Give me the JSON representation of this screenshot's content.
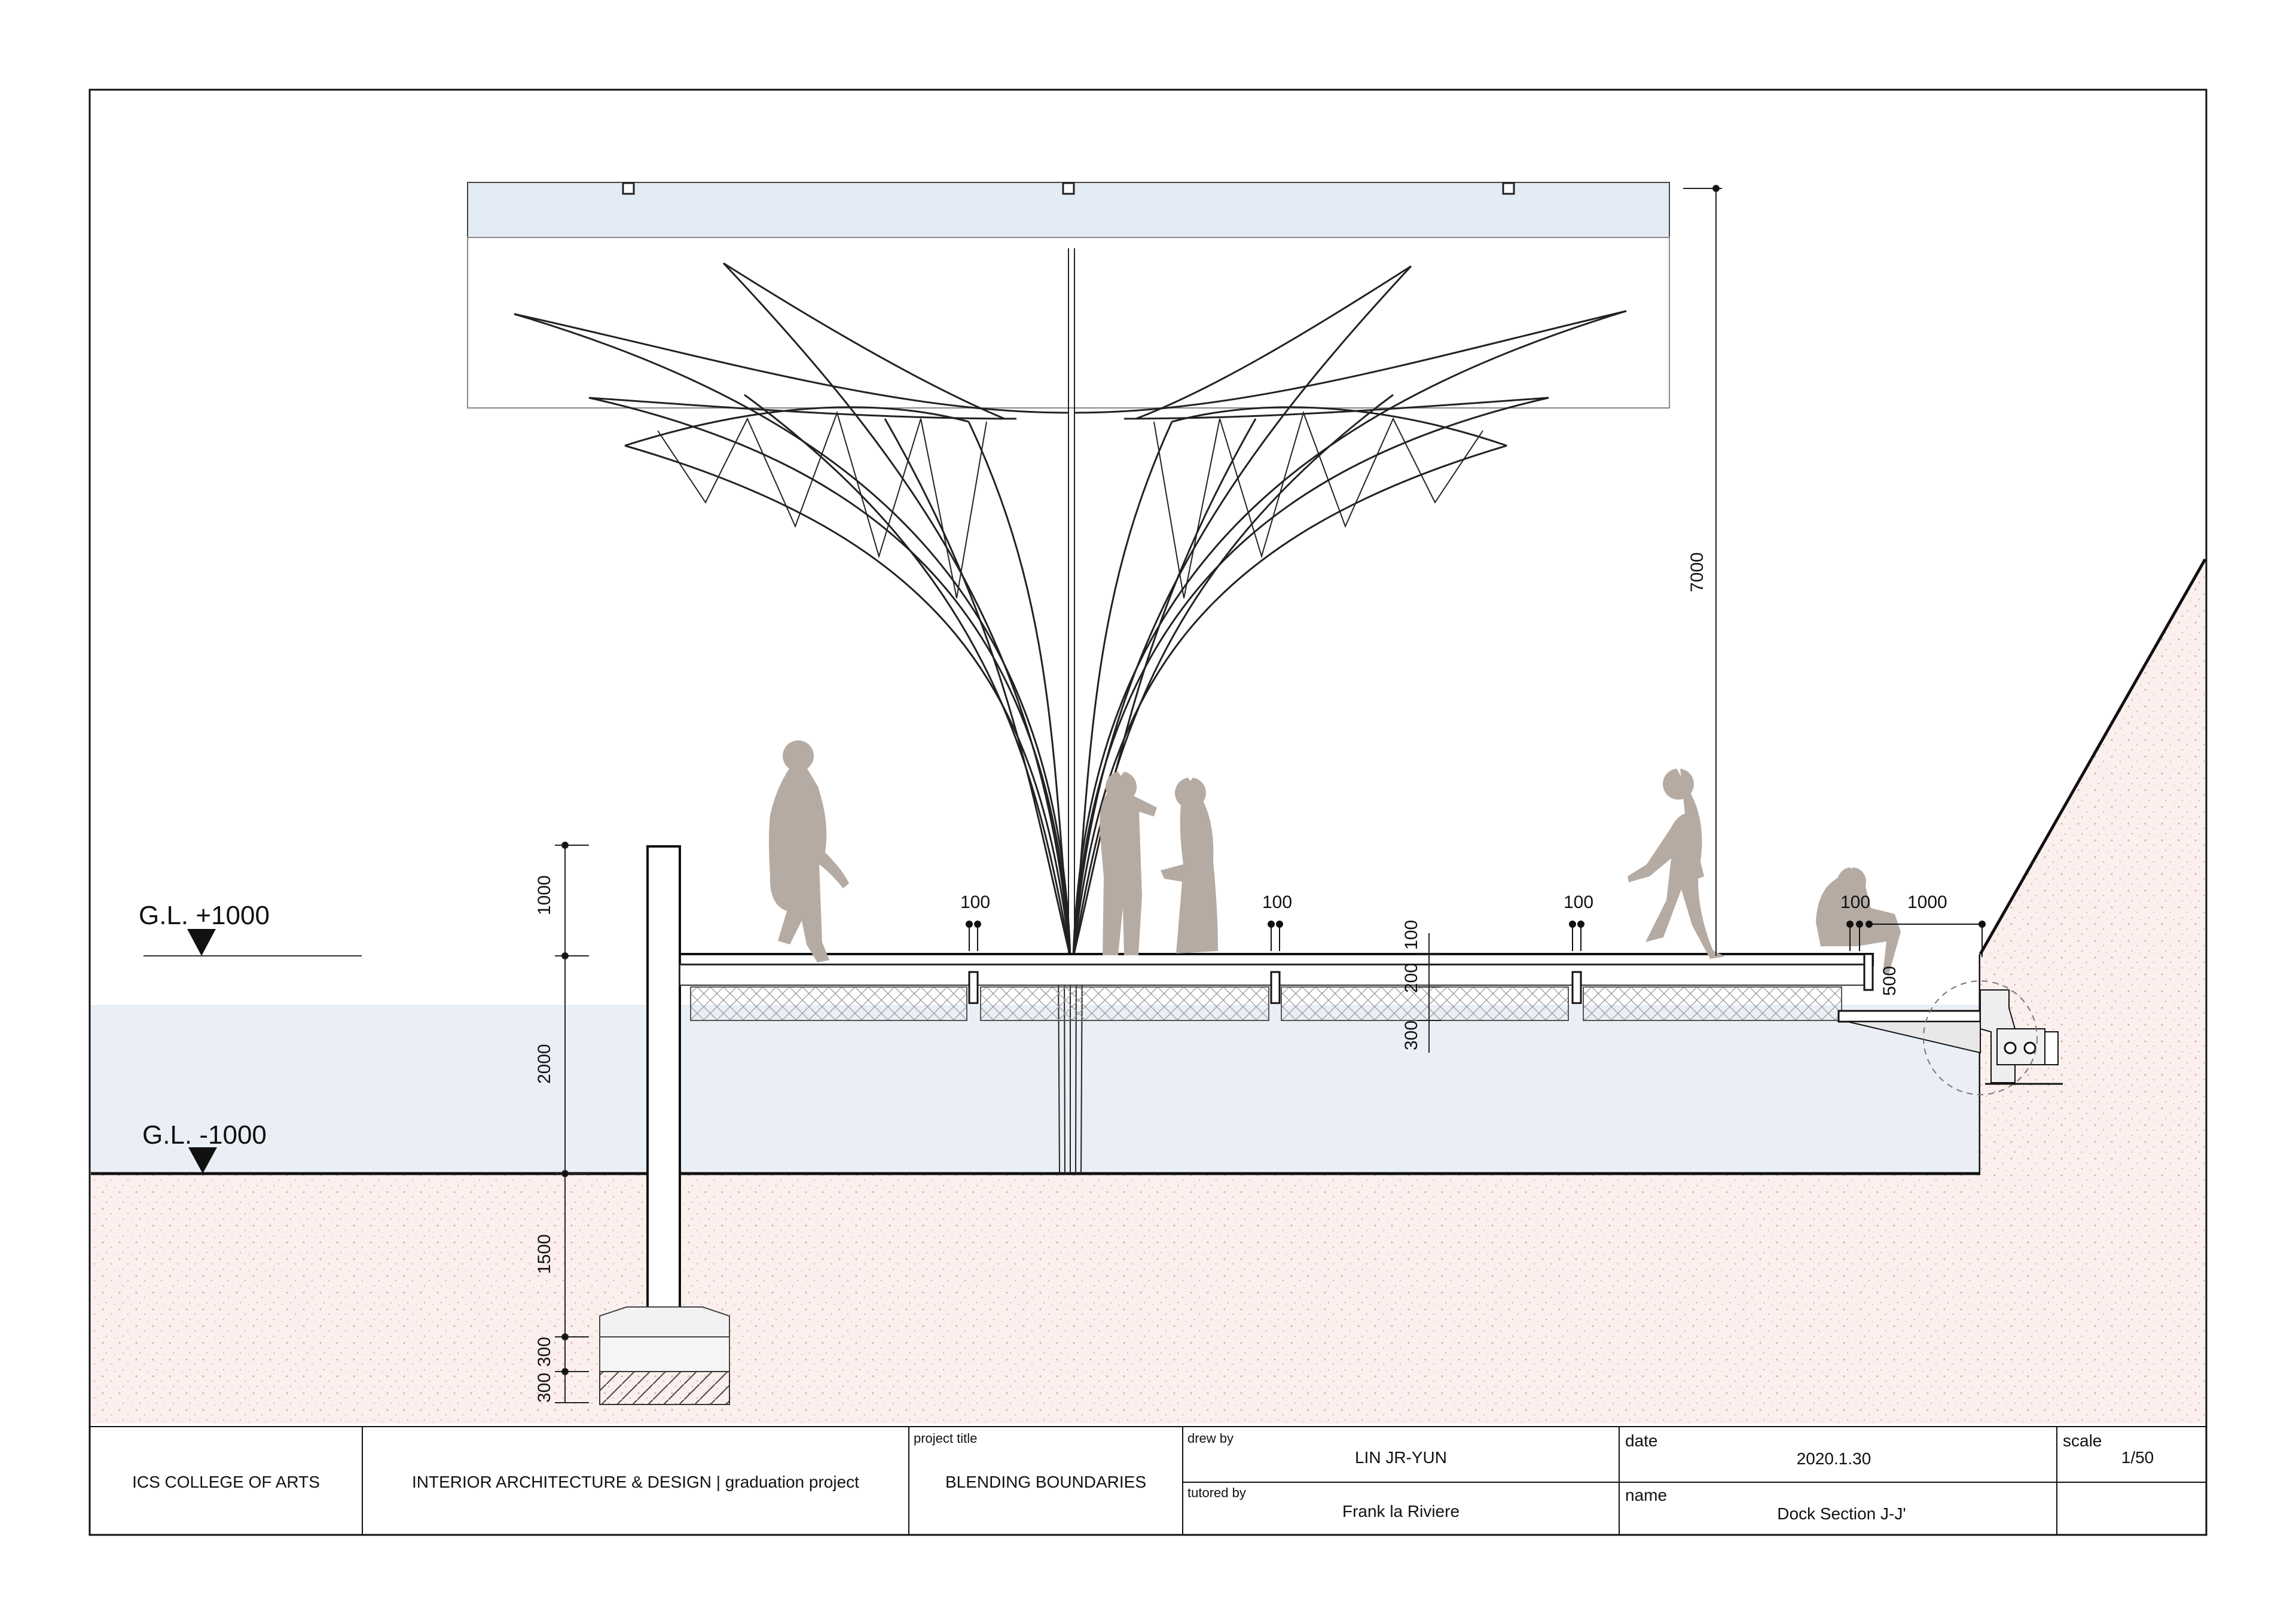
{
  "drawing": {
    "title": "Dock Section J-J'",
    "levels": {
      "upper": "G.L. +1000",
      "lower": "G.L. -1000"
    },
    "dimensions": {
      "total_height": "7000",
      "rail_height": "1000",
      "water_depth": "2000",
      "pile_embed": "1500",
      "footing_a": "300",
      "footing_b": "300",
      "deck_top": "100",
      "deck_mid": "200",
      "deck_bottom": "300",
      "gap_1": "100",
      "gap_2": "100",
      "gap_3": "100",
      "gap_4": "100",
      "edge_offset": "1000",
      "bench_height": "500"
    },
    "colors": {
      "water": "#e9eff5",
      "soil": "#fbf0ee",
      "canopy_glass": "#e3ebf5",
      "figure": "#b5aba3",
      "line": "#111111"
    }
  },
  "title_block": {
    "school": "ICS COLLEGE OF ARTS",
    "program": "INTERIOR ARCHITECTURE & DESIGN | graduation project",
    "project_title_label": "project title",
    "project_title": "BLENDING BOUNDARIES",
    "drew_by_label": "drew by",
    "drew_by": "LIN JR-YUN",
    "tutored_by_label": "tutored by",
    "tutored_by": "Frank la Riviere",
    "date_label": "date",
    "date": "2020.1.30",
    "name_label": "name",
    "name": "Dock Section J-J'",
    "scale_label": "scale",
    "scale": "1/50"
  }
}
